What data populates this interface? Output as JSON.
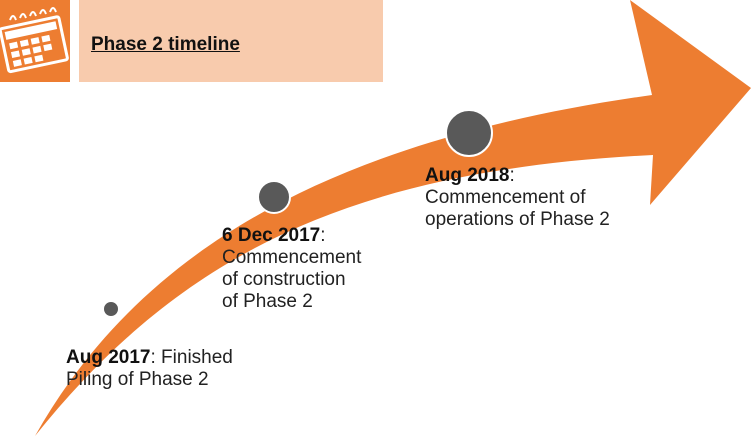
{
  "header": {
    "title": "Phase 2 timeline",
    "icon": "calendar-icon",
    "colors": {
      "icon_box": "#ED7D31",
      "title_box": "#F8CBAD"
    }
  },
  "arrow": {
    "color": "#ED7D31",
    "marker_color": "#595959"
  },
  "milestones": [
    {
      "date": "Aug 2017",
      "description_lines": [
        "Finished",
        "Piling of Phase 2"
      ]
    },
    {
      "date": "6 Dec 2017",
      "description_lines": [
        "Commencement",
        "of construction",
        "of Phase 2"
      ]
    },
    {
      "date": "Aug 2018",
      "description_lines": [
        "Commencement of",
        "operations of Phase 2"
      ]
    }
  ]
}
